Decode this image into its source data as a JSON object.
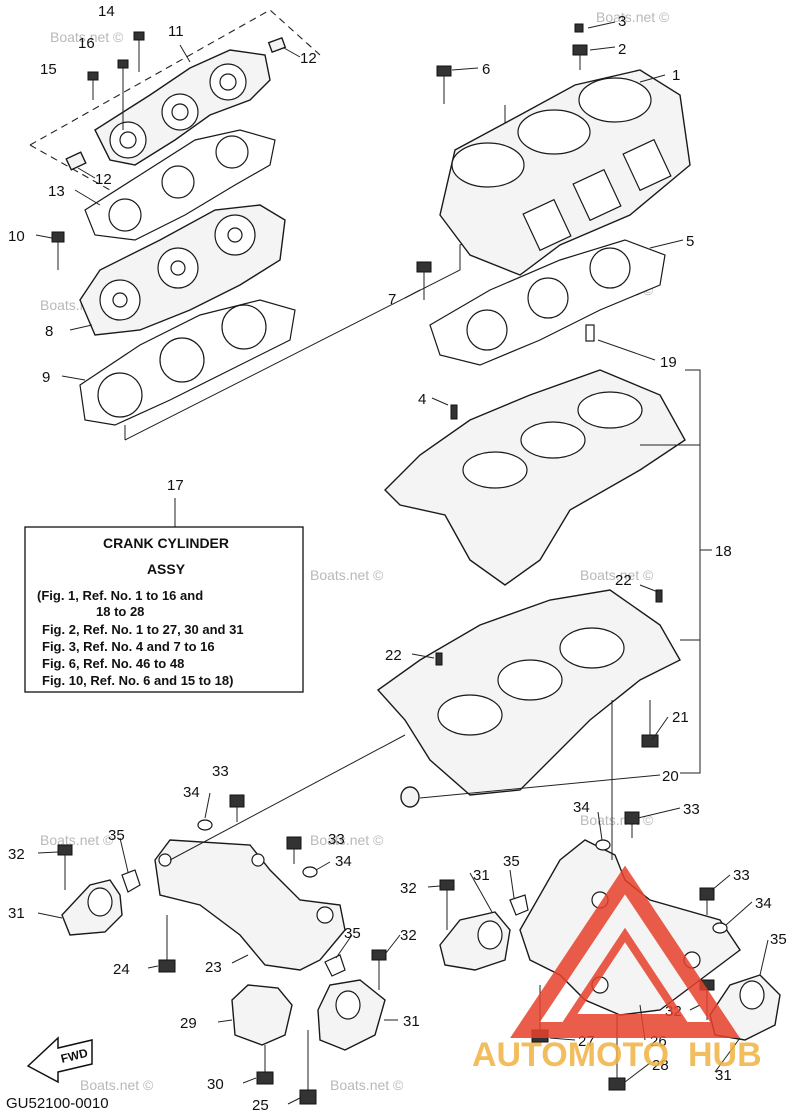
{
  "watermark": {
    "text": "Boats.net ©"
  },
  "assy_box": {
    "ref": "17",
    "title_line1": "CRANK CYLINDER",
    "title_line2": "ASSY",
    "lines": [
      "(Fig. 1, Ref. No. 1 to 16 and",
      "18 to 28",
      "Fig. 2, Ref. No. 1 to 27, 30 and 31",
      "Fig. 3, Ref. No. 4 and 7 to 16",
      "Fig. 6, Ref. No. 46 to 48",
      "Fig. 10, Ref. No. 6 and 15 to 18)"
    ]
  },
  "callouts": {
    "n1": "1",
    "n2": "2",
    "n3": "3",
    "n4": "4",
    "n5": "5",
    "n6": "6",
    "n7": "7",
    "n8": "8",
    "n9": "9",
    "n10": "10",
    "n11": "11",
    "n12a": "12",
    "n12b": "12",
    "n13": "13",
    "n14": "14",
    "n15": "15",
    "n16": "16",
    "n18": "18",
    "n19": "19",
    "n20": "20",
    "n21": "21",
    "n22a": "22",
    "n22b": "22",
    "n23": "23",
    "n24": "24",
    "n25": "25",
    "n26": "26",
    "n27": "27",
    "n28": "28",
    "n29": "29",
    "n30": "30",
    "n31a": "31",
    "n31b": "31",
    "n31c": "31",
    "n31d": "31",
    "n32a": "32",
    "n32b": "32",
    "n32c": "32",
    "n32d": "32",
    "n33a": "33",
    "n33b": "33",
    "n33c": "33",
    "n33d": "33",
    "n34a": "34",
    "n34b": "34",
    "n34c": "34",
    "n34d": "34",
    "n35a": "35",
    "n35b": "35",
    "n35c": "35",
    "n35d": "35"
  },
  "fwd_label": "FWD",
  "diagram_code": "GU52100-0010",
  "logo": {
    "part1": "AUTOMOTO",
    "part2": "HUB",
    "color_main": "#f0b341",
    "color_accent": "#e8412c"
  }
}
